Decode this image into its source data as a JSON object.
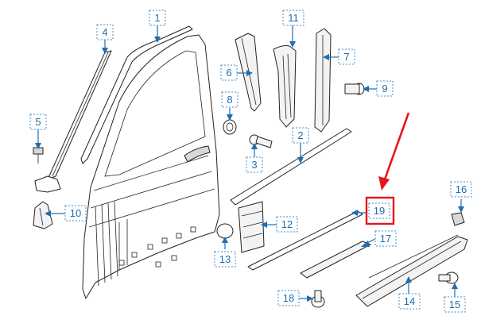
{
  "diagram": {
    "callouts": [
      {
        "id": "1",
        "label": "1"
      },
      {
        "id": "2",
        "label": "2"
      },
      {
        "id": "3",
        "label": "3"
      },
      {
        "id": "4",
        "label": "4"
      },
      {
        "id": "5",
        "label": "5"
      },
      {
        "id": "6",
        "label": "6"
      },
      {
        "id": "7",
        "label": "7"
      },
      {
        "id": "8",
        "label": "8"
      },
      {
        "id": "9",
        "label": "9"
      },
      {
        "id": "10",
        "label": "10"
      },
      {
        "id": "11",
        "label": "11"
      },
      {
        "id": "12",
        "label": "12"
      },
      {
        "id": "13",
        "label": "13"
      },
      {
        "id": "14",
        "label": "14"
      },
      {
        "id": "15",
        "label": "15"
      },
      {
        "id": "16",
        "label": "16"
      },
      {
        "id": "17",
        "label": "17"
      },
      {
        "id": "18",
        "label": "18"
      },
      {
        "id": "19",
        "label": "19"
      }
    ],
    "highlighted_callout": "19",
    "colors": {
      "callout": "#1e6eb0",
      "highlight": "#e8141c",
      "outline": "#222222"
    }
  }
}
